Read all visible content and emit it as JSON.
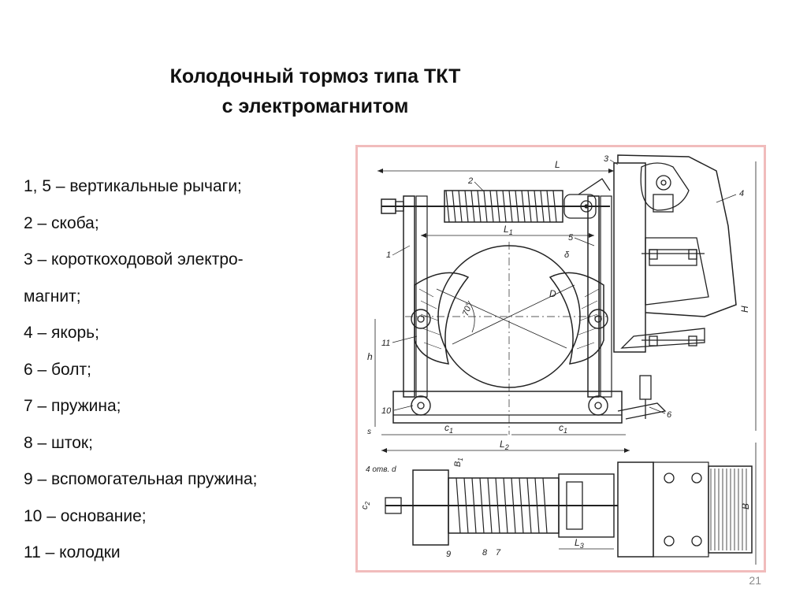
{
  "title_line1": "Колодочный тормоз типа ТКТ",
  "title_line2": "с электромагнитом",
  "legend": [
    "1, 5 – вертикальные рычаги;",
    "2 – скоба;",
    "3 – короткоходовой электро-",
    "магнит;",
    "4 – якорь;",
    "6 – болт;",
    "7 – пружина;",
    "8 – шток;",
    "9 – вспомогательная пружина;",
    "10 – основание;",
    "11 – колодки"
  ],
  "page_number": "21",
  "drawing_labels": {
    "l": "L",
    "l1": "L",
    "l1_sub": "1",
    "l2": "L",
    "l2_sub": "2",
    "l3": "L",
    "l3_sub": "3",
    "c1a": "c",
    "c1b": "c",
    "c_sub": "1",
    "d": "D",
    "h": "h",
    "H": "H",
    "B": "B",
    "B1": "B",
    "B1_sub": "1",
    "c2": "c",
    "c2_sub": "2",
    "s": "s",
    "delta": "δ",
    "angle": "70°",
    "holes": "4 отв. d",
    "n1": "1",
    "n2": "2",
    "n3": "3",
    "n4": "4",
    "n5": "5",
    "n6": "6",
    "n7": "7",
    "n8": "8",
    "n9": "9",
    "n10": "10",
    "n11": "11"
  },
  "colors": {
    "frame_border": "#f1bcbc",
    "ink": "#222222",
    "page_number": "#8a8a8a"
  }
}
